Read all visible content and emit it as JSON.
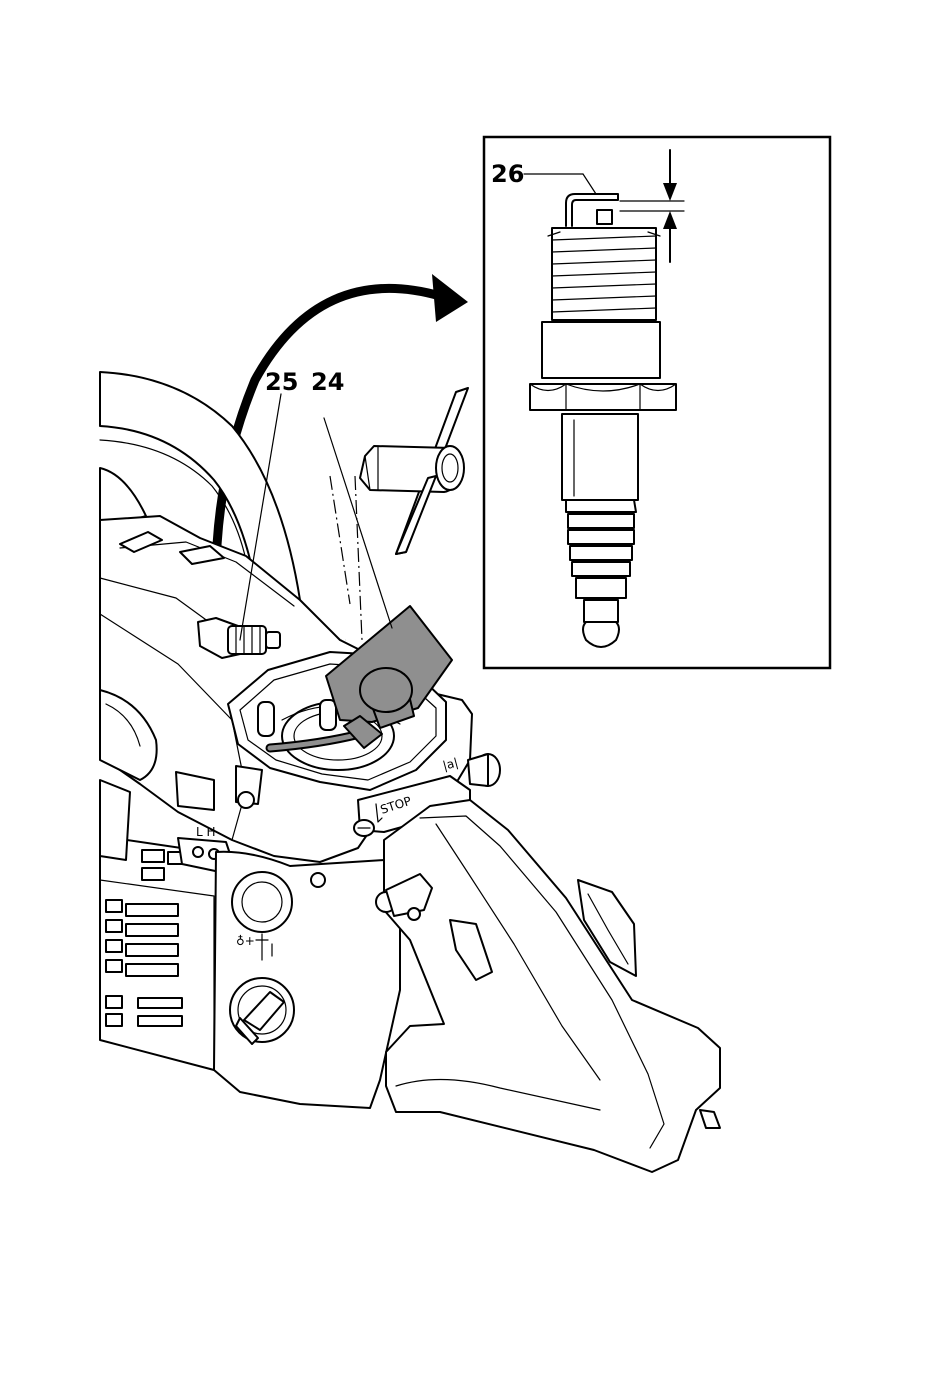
{
  "callouts": {
    "c24": "24",
    "c25": "25",
    "c26": "26"
  },
  "markings": {
    "stop": "STOP",
    "lh": "L H"
  },
  "icons": {
    "detail_inset": "spark-plug-detail",
    "arrow": "curved-arrow-icon",
    "tool": "spark-plug-wrench-icon",
    "gap_arrows": "gap-measure-arrows-icon"
  }
}
